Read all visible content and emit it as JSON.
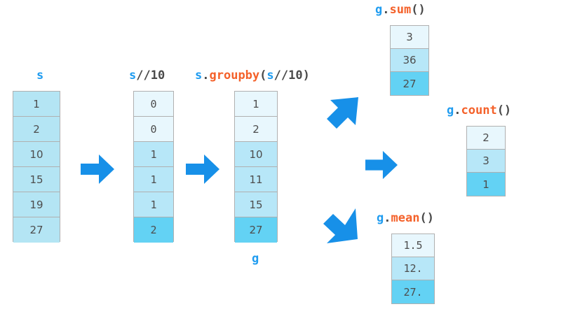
{
  "diagram": {
    "title_series_label": "s",
    "groupby_var_label": "g"
  },
  "columns": {
    "series": {
      "label_parts": [
        {
          "text": "s",
          "kind": "var"
        }
      ],
      "under_label": "",
      "values": [
        "1",
        "2",
        "10",
        "15",
        "19",
        "27"
      ],
      "shades": [
        "plain",
        "plain",
        "plain",
        "plain",
        "plain",
        "plain"
      ]
    },
    "floordiv": {
      "label_parts": [
        {
          "text": "s",
          "kind": "var"
        },
        {
          "text": "//10",
          "kind": "op"
        }
      ],
      "under_label": "",
      "values": [
        "0",
        "0",
        "1",
        "1",
        "1",
        "2"
      ],
      "shades": [
        "g0",
        "g0",
        "g1",
        "g1",
        "g1",
        "g2"
      ]
    },
    "groupby": {
      "label_parts": [
        {
          "text": "s",
          "kind": "var"
        },
        {
          "text": ".",
          "kind": "op"
        },
        {
          "text": "groupby",
          "kind": "fn"
        },
        {
          "text": "(",
          "kind": "op"
        },
        {
          "text": "s",
          "kind": "var"
        },
        {
          "text": "//10)",
          "kind": "op"
        }
      ],
      "under_label": "g",
      "values": [
        "1",
        "2",
        "10",
        "11",
        "15",
        "27"
      ],
      "shades": [
        "g0",
        "g0",
        "g1",
        "g1",
        "g1",
        "g2"
      ]
    },
    "sum": {
      "label_parts": [
        {
          "text": "g",
          "kind": "var"
        },
        {
          "text": ".",
          "kind": "op"
        },
        {
          "text": "sum",
          "kind": "fn"
        },
        {
          "text": "()",
          "kind": "op"
        }
      ],
      "under_label": "",
      "values": [
        "3",
        "36",
        "27"
      ],
      "shades": [
        "g0",
        "g1",
        "g2"
      ]
    },
    "count": {
      "label_parts": [
        {
          "text": "g",
          "kind": "var"
        },
        {
          "text": ".",
          "kind": "op"
        },
        {
          "text": "count",
          "kind": "fn"
        },
        {
          "text": "()",
          "kind": "op"
        }
      ],
      "under_label": "",
      "values": [
        "2",
        "3",
        "1"
      ],
      "shades": [
        "g0",
        "g1",
        "g2"
      ]
    },
    "mean": {
      "label_parts": [
        {
          "text": "g",
          "kind": "var"
        },
        {
          "text": ".",
          "kind": "op"
        },
        {
          "text": "mean",
          "kind": "fn"
        },
        {
          "text": "()",
          "kind": "op"
        }
      ],
      "under_label": "",
      "values": [
        "1.5",
        "12.",
        "27."
      ],
      "shades": [
        "g0",
        "g1",
        "g2"
      ]
    }
  },
  "arrows": [
    {
      "name": "arrow-series-to-floordiv",
      "direction": "right"
    },
    {
      "name": "arrow-floordiv-to-groupby",
      "direction": "right"
    },
    {
      "name": "arrow-groupby-to-sum",
      "direction": "up-right"
    },
    {
      "name": "arrow-groupby-to-count",
      "direction": "right"
    },
    {
      "name": "arrow-groupby-to-mean",
      "direction": "down-right"
    }
  ],
  "colors": {
    "accent_blue": "#1790e8",
    "var_blue": "#1f9cf0",
    "fn_orange": "#f4612a",
    "shade_0": "#e8f7fd",
    "shade_1": "#b7e7f8",
    "shade_2": "#63d2f4",
    "cell_plain": "#b4e5f4",
    "border_gray": "#b0b0b0",
    "text_gray": "#4d4d4d"
  }
}
